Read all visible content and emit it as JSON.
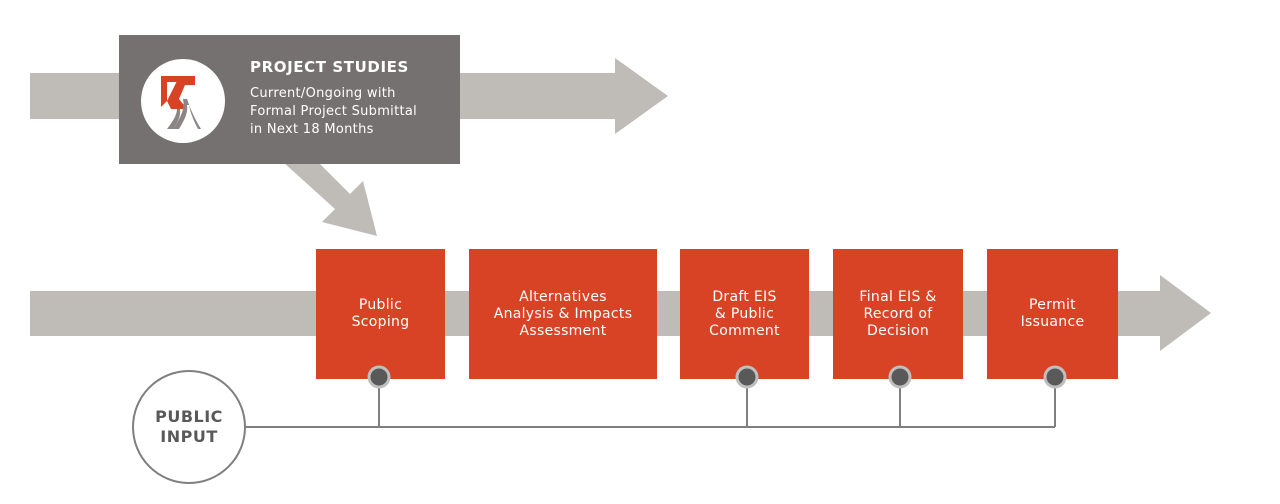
{
  "project_studies": {
    "title": "PROJECT STUDIES",
    "description": "Current/Ongoing with\nFormal Project Submittal\nin Next 18 Months",
    "logo_icon": "red-mountain-logo-icon"
  },
  "steps": [
    {
      "label": "Public\nScoping",
      "connected_to_public_input": true
    },
    {
      "label": "Alternatives\nAnalysis & Impacts\nAssessment",
      "connected_to_public_input": false
    },
    {
      "label": "Draft EIS\n& Public\nComment",
      "connected_to_public_input": true
    },
    {
      "label": "Final EIS &\nRecord of\nDecision",
      "connected_to_public_input": true
    },
    {
      "label": "Permit\nIssuance",
      "connected_to_public_input": true
    }
  ],
  "public_input": {
    "label": "PUBLIC\nINPUT"
  },
  "colors": {
    "arrow": "#bfbbb6",
    "step_fill": "#d94325",
    "studies_box": "#767171",
    "connector": "#7f7f7f",
    "node": "#595959"
  }
}
